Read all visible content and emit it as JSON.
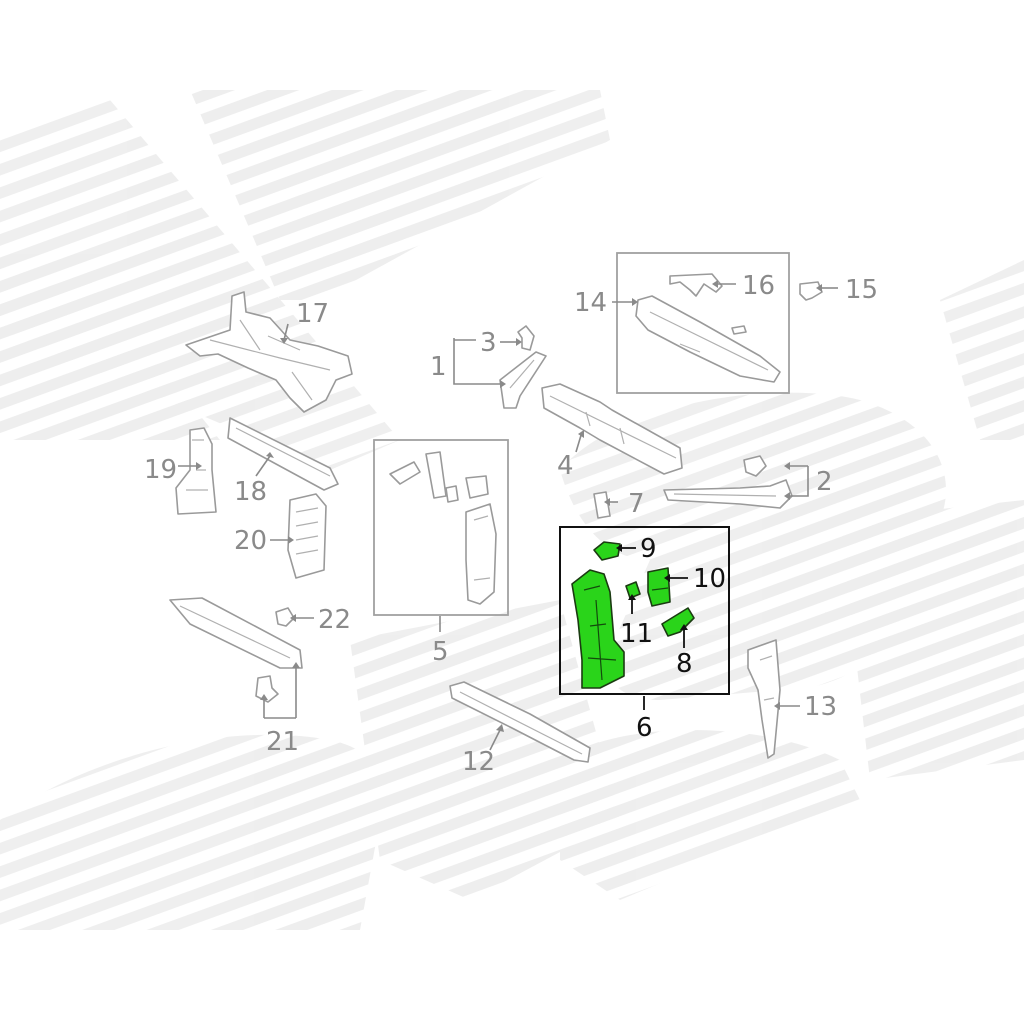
{
  "diagram": {
    "highlight_color": "#2ad41a",
    "callouts": [
      {
        "id": "1",
        "text": "1"
      },
      {
        "id": "2",
        "text": "2"
      },
      {
        "id": "3",
        "text": "3"
      },
      {
        "id": "4",
        "text": "4"
      },
      {
        "id": "5",
        "text": "5"
      },
      {
        "id": "6",
        "text": "6"
      },
      {
        "id": "7",
        "text": "7"
      },
      {
        "id": "8",
        "text": "8"
      },
      {
        "id": "9",
        "text": "9"
      },
      {
        "id": "10",
        "text": "10"
      },
      {
        "id": "11",
        "text": "11"
      },
      {
        "id": "12",
        "text": "12"
      },
      {
        "id": "13",
        "text": "13"
      },
      {
        "id": "14",
        "text": "14"
      },
      {
        "id": "15",
        "text": "15"
      },
      {
        "id": "16",
        "text": "16"
      },
      {
        "id": "17",
        "text": "17"
      },
      {
        "id": "18",
        "text": "18"
      },
      {
        "id": "19",
        "text": "19"
      },
      {
        "id": "20",
        "text": "20"
      },
      {
        "id": "21",
        "text": "21"
      },
      {
        "id": "22",
        "text": "22"
      }
    ],
    "highlighted_parts": [
      "6",
      "8",
      "9",
      "10",
      "11"
    ]
  }
}
